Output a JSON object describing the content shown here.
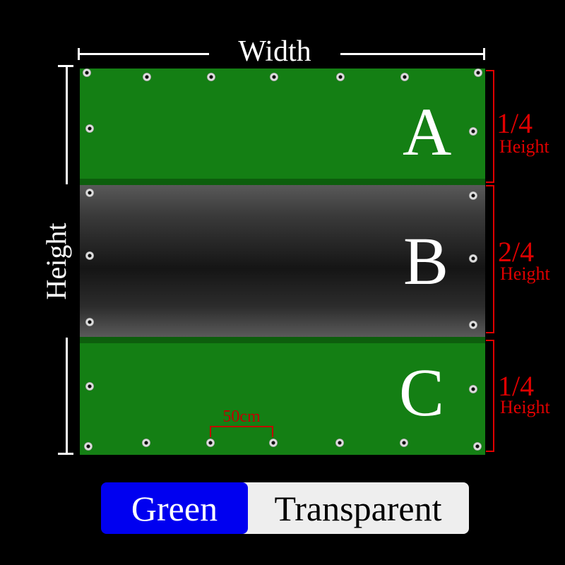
{
  "dimensions": {
    "width_label": "Width",
    "height_label": "Height"
  },
  "sections": [
    {
      "letter": "A",
      "fraction": "1/4",
      "fraction_label": "Height",
      "color": "#147f14"
    },
    {
      "letter": "B",
      "fraction": "2/4",
      "fraction_label": "Height",
      "color": "#2a2a2a"
    },
    {
      "letter": "C",
      "fraction": "1/4",
      "fraction_label": "Height",
      "color": "#147f14"
    }
  ],
  "spacing_label": "50cm",
  "options": [
    {
      "label": "Green",
      "selected": true,
      "color": "#0000f0"
    },
    {
      "label": "Transparent",
      "selected": false,
      "color": "#eeeeee"
    }
  ]
}
